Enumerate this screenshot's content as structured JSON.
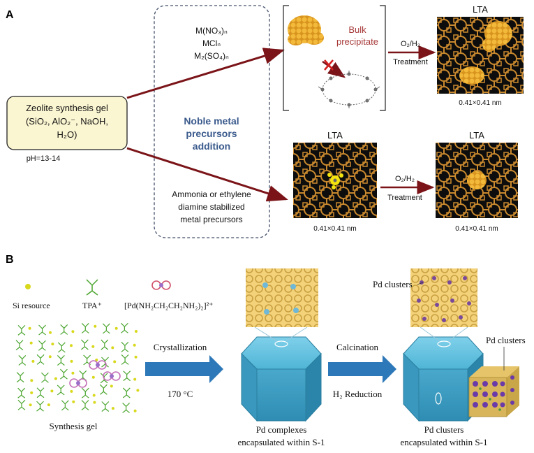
{
  "panel_a": {
    "label": "A",
    "gel_box": {
      "line1": "Zeolite synthesis gel",
      "line2": "(SiO₂, AlO₂⁻, NaOH,",
      "line3": "H₂O)",
      "ph": "pH=13-14"
    },
    "precursors_top": {
      "line1": "M(NO₃)ₙ",
      "line2": "MClₙ",
      "line3": "M₂(SO₄)ₙ"
    },
    "center_title": {
      "line1": "Noble metal",
      "line2": "precursors",
      "line3": "addition"
    },
    "precursors_bottom": {
      "line1": "Ammonia or ethylene",
      "line2": "diamine stabilized",
      "line3": "metal precursors"
    },
    "bulk_label": {
      "line1": "Bulk",
      "line2": "precipitate"
    },
    "treatment_top": {
      "gas": "O₂/H₂",
      "label": "Treatment"
    },
    "treatment_bottom": {
      "gas": "O₂/H₂",
      "label": "Treatment"
    },
    "lta_top": "LTA",
    "lta_mid": "LTA",
    "lta_right": "LTA",
    "dim_top": "0.41×0.41 nm",
    "dim_mid": "0.41×0.41 nm",
    "dim_right": "0.41×0.41 nm"
  },
  "panel_b": {
    "label": "B",
    "legend": {
      "si": "Si resource",
      "tpa": "TPA⁺",
      "pd": "[Pd(NH₂CH₂CH₂NH₂)₂]²⁺"
    },
    "step1": {
      "top": "Crystallization",
      "bottom": "170 °C"
    },
    "step2": {
      "top": "Calcination",
      "bottom": "H₂ Reduction"
    },
    "synthesis_gel": "Synthesis gel",
    "caption_mid": {
      "line1": "Pd complexes",
      "line2": "encapsulated within S-1"
    },
    "caption_right": {
      "line1": "Pd clusters",
      "line2": "encapsulated within S-1"
    },
    "pd_clusters_top": "Pd clusters",
    "pd_clusters_right": "Pd clusters"
  },
  "colors": {
    "arrow_red": "#7b1418",
    "gel_fill": "#fbf6d2",
    "center_title": "#3a5a8c",
    "bulk_text": "#a83a3a",
    "framework": "#c9892e",
    "framework_bg": "#0d0d0d",
    "gold": "#e8a92c",
    "hexagon": "#4fb5d6",
    "blue_arrow": "#2d78b8",
    "tpa_green": "#4aa52e",
    "si_yellow": "#d8d81c",
    "pd_pink": "#c46fb8"
  }
}
